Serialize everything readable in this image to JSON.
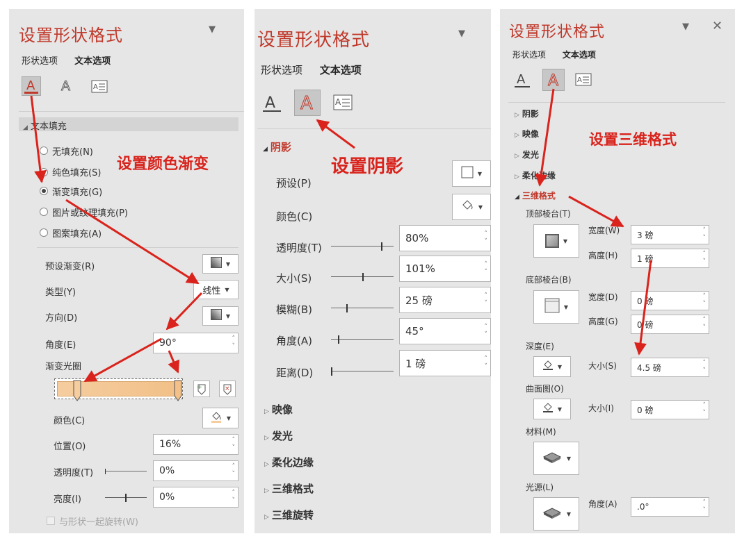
{
  "panel1": {
    "title": "设置形状格式",
    "tabs": [
      "形状选项",
      "文本选项"
    ],
    "section": "文本填充",
    "fill_options": [
      "无填充(N)",
      "纯色填充(S)",
      "渐变填充(G)",
      "图片或纹理填充(P)",
      "图案填充(A)"
    ],
    "selected_fill": 2,
    "preset_label": "预设渐变(R)",
    "type_label": "类型(Y)",
    "type_value": "线性",
    "direction_label": "方向(D)",
    "angle_label": "角度(E)",
    "angle_value": "90°",
    "stops_label": "渐变光圈",
    "color_label": "颜色(C)",
    "position_label": "位置(O)",
    "position_value": "16%",
    "transparency_label": "透明度(T)",
    "transparency_value": "0%",
    "brightness_label": "亮度(I)",
    "brightness_value": "0%",
    "rotate_label": "与形状一起旋转(W)",
    "annotation": "设置颜色渐变"
  },
  "panel2": {
    "title": "设置形状格式",
    "tabs": [
      "形状选项",
      "文本选项"
    ],
    "section": "阴影",
    "preset_label": "预设(P)",
    "color_label": "颜色(C)",
    "rows": [
      {
        "label": "透明度(T)",
        "value": "80%"
      },
      {
        "label": "大小(S)",
        "value": "101%"
      },
      {
        "label": "模糊(B)",
        "value": "25 磅"
      },
      {
        "label": "角度(A)",
        "value": "45°"
      },
      {
        "label": "距离(D)",
        "value": "1 磅"
      }
    ],
    "collapsed": [
      "映像",
      "发光",
      "柔化边缘",
      "三维格式",
      "三维旋转"
    ],
    "annotation": "设置阴影"
  },
  "panel3": {
    "title": "设置形状格式",
    "tabs": [
      "形状选项",
      "文本选项"
    ],
    "collapsed": [
      "阴影",
      "映像",
      "发光",
      "柔化边缘"
    ],
    "section": "三维格式",
    "top_bevel_label": "顶部棱台(T)",
    "top_width_label": "宽度(W)",
    "top_width_value": "3 磅",
    "top_height_label": "高度(H)",
    "top_height_value": "1 磅",
    "bottom_bevel_label": "底部棱台(B)",
    "bottom_width_label": "宽度(D)",
    "bottom_width_value": "0 磅",
    "bottom_height_label": "高度(G)",
    "bottom_height_value": "0 磅",
    "depth_label": "深度(E)",
    "depth_size_label": "大小(S)",
    "depth_size_value": "4.5 磅",
    "contour_label": "曲面图(O)",
    "contour_size_label": "大小(I)",
    "contour_size_value": "0 磅",
    "material_label": "材料(M)",
    "light_label": "光源(L)",
    "light_angle_label": "角度(A)",
    "light_angle_value": ".0°",
    "annotation": "设置三维格式"
  },
  "colors": {
    "title": "#c0392b",
    "annotation": "#d9231c",
    "panel_bg": "#e6e6e6",
    "gradient_stop": "#f5cd9f"
  },
  "icons": [
    "text-fill-outline-icon",
    "text-effects-icon",
    "textbox-icon",
    "pin-icon",
    "close-icon"
  ]
}
